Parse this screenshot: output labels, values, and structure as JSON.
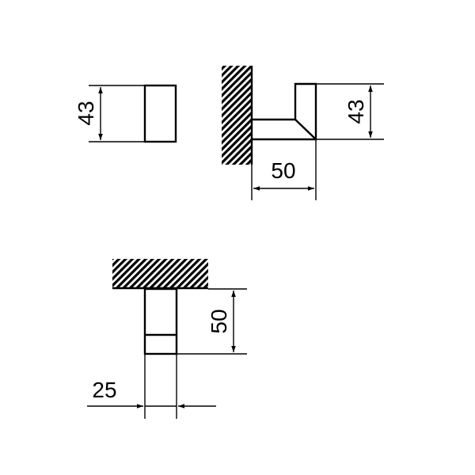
{
  "drawing": {
    "type": "technical-dimension-drawing",
    "subject": "wall hook",
    "line_color": "#000000",
    "background": "#ffffff"
  },
  "views": {
    "front": {
      "label": "front-view",
      "dimensions": {
        "height": "43"
      }
    },
    "side": {
      "label": "side-view",
      "dimensions": {
        "height": "43",
        "projection": "50"
      }
    },
    "top": {
      "label": "top-view",
      "dimensions": {
        "projection": "50",
        "width": "25"
      }
    }
  }
}
